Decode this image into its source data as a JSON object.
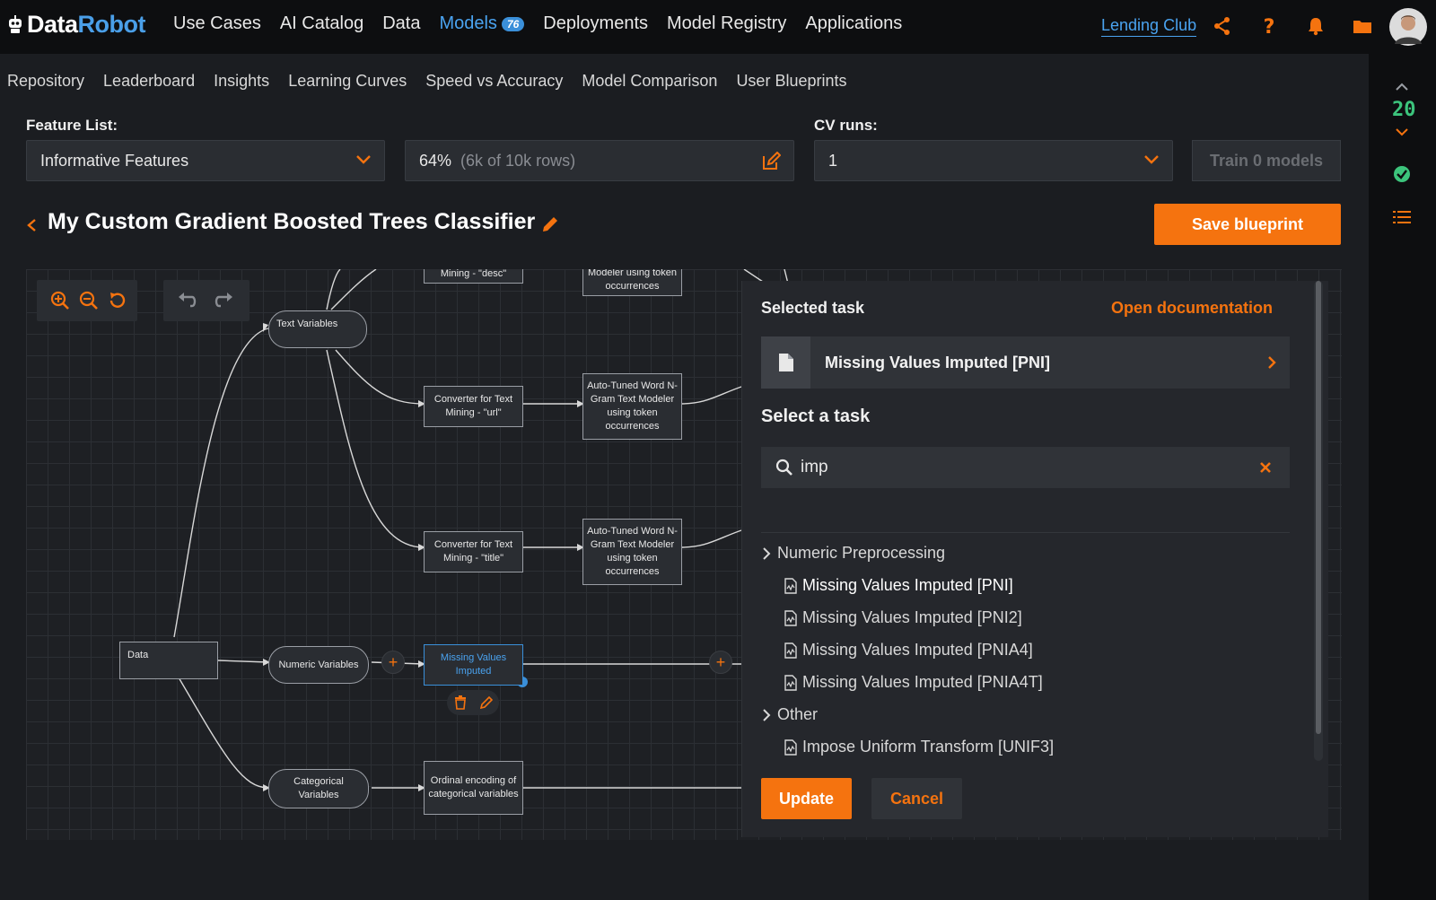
{
  "brand": {
    "part1": "Data",
    "part2": "Robot"
  },
  "nav": {
    "items": [
      {
        "label": "Use Cases"
      },
      {
        "label": "AI Catalog"
      },
      {
        "label": "Data"
      },
      {
        "label": "Models",
        "badge": "76"
      },
      {
        "label": "Deployments"
      },
      {
        "label": "Model Registry"
      },
      {
        "label": "Applications"
      }
    ],
    "project": "Lending Club"
  },
  "subnav": [
    "Repository",
    "Leaderboard",
    "Insights",
    "Learning Curves",
    "Speed vs Accuracy",
    "Model Comparison",
    "User Blueprints"
  ],
  "rail": {
    "count": "20"
  },
  "controls": {
    "feature_list_label": "Feature List:",
    "feature_list_value": "Informative Features",
    "sample_pct": "64%",
    "sample_rows": "(6k of 10k rows)",
    "cv_label": "CV runs:",
    "cv_value": "1",
    "train_button": "Train 0 models"
  },
  "blueprint": {
    "title": "My Custom Gradient Boosted Trees Classifier",
    "save_button": "Save blueprint",
    "nodes": {
      "data": "Data",
      "text_vars": "Text Variables",
      "numeric_vars": "Numeric Variables",
      "categorical_vars": "Categorical Variables",
      "conv_desc": "Mining - \"desc\"",
      "ngram_top": "Modeler using token occurrences",
      "conv_url": "Converter for Text Mining - \"url\"",
      "ngram_url": "Auto-Tuned Word N-Gram Text Modeler using token occurrences",
      "conv_title": "Converter for Text Mining - \"title\"",
      "ngram_title": "Auto-Tuned Word N-Gram Text Modeler using token occurrences",
      "mvi": "Missing Values Imputed",
      "ordinal": "Ordinal encoding of categorical variables"
    }
  },
  "panel": {
    "selected_task_label": "Selected task",
    "open_docs": "Open documentation",
    "selected_task": "Missing Values Imputed [PNI]",
    "select_task_label": "Select a task",
    "search_value": "imp",
    "groups": [
      {
        "label": "Numeric Preprocessing",
        "items": [
          "Missing Values Imputed [PNI]",
          "Missing Values Imputed [PNI2]",
          "Missing Values Imputed [PNIA4]",
          "Missing Values Imputed [PNIA4T]"
        ]
      },
      {
        "label": "Other",
        "items": [
          "Impose Uniform Transform [UNIF3]"
        ]
      }
    ],
    "update_button": "Update",
    "cancel_button": "Cancel"
  },
  "colors": {
    "accent": "#f5730f",
    "link": "#4aa3f0",
    "success": "#3cc47c"
  }
}
